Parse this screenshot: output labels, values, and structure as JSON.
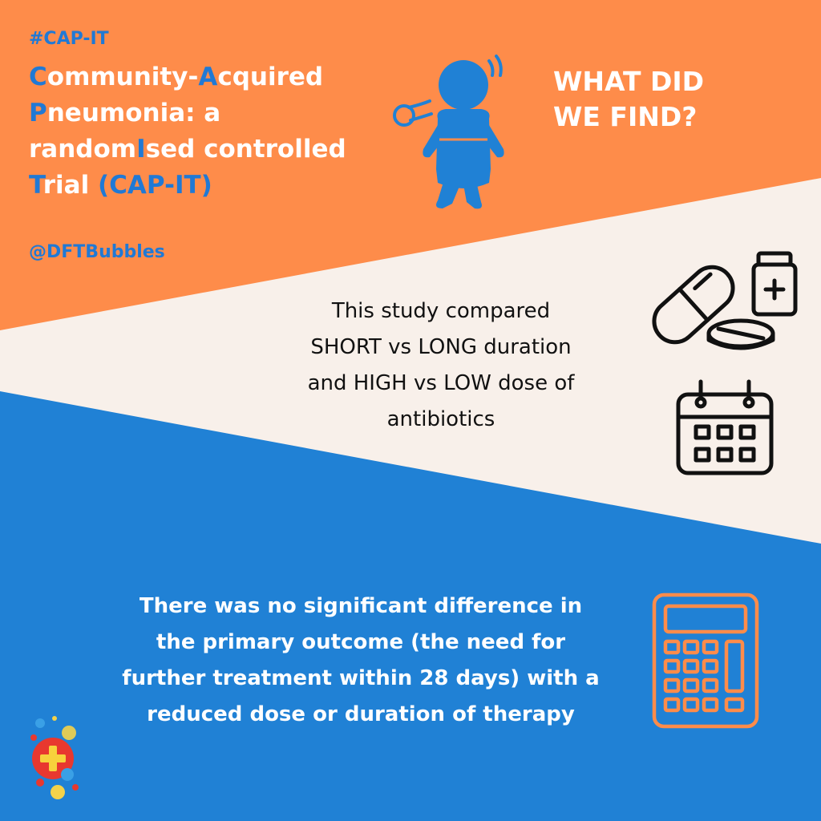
{
  "hashtag": "#CAP-IT",
  "title": {
    "lines": [
      [
        {
          "t": "C",
          "accent": true
        },
        {
          "t": "ommunity-",
          "accent": false
        },
        {
          "t": "A",
          "accent": true
        },
        {
          "t": "cquired",
          "accent": false
        }
      ],
      [
        {
          "t": "P",
          "accent": true
        },
        {
          "t": "neumonia: a",
          "accent": false
        }
      ],
      [
        {
          "t": "random",
          "accent": false
        },
        {
          "t": "I",
          "accent": true
        },
        {
          "t": "sed controlled",
          "accent": false
        }
      ],
      [
        {
          "t": "T",
          "accent": true
        },
        {
          "t": "rial ",
          "accent": false
        },
        {
          "t": "(CAP-IT)",
          "accent": true
        }
      ]
    ]
  },
  "handle": "@DFTBubbles",
  "question": {
    "line1": "WHAT DID",
    "line2": "WE FIND?"
  },
  "study": {
    "lines": [
      "This study compared",
      "SHORT vs LONG duration",
      "and HIGH vs LOW dose of",
      "antibiotics"
    ]
  },
  "finding": {
    "lines": [
      "There was no significant difference in",
      "the primary outcome (the need for",
      "further treatment within 28 days) with a",
      "reduced dose or duration of therapy"
    ]
  },
  "icons": {
    "child": "coughing-child-icon",
    "medicine": "medicine-pills-icon",
    "calendar": "calendar-icon",
    "calculator": "calculator-icon",
    "logo": "dft-bubbles-logo"
  },
  "colors": {
    "orange": "#fe8c4a",
    "cream": "#f8f0ea",
    "blue": "#2081d5",
    "accent_blue": "#2079d5",
    "white": "#ffffff",
    "black": "#111111"
  }
}
